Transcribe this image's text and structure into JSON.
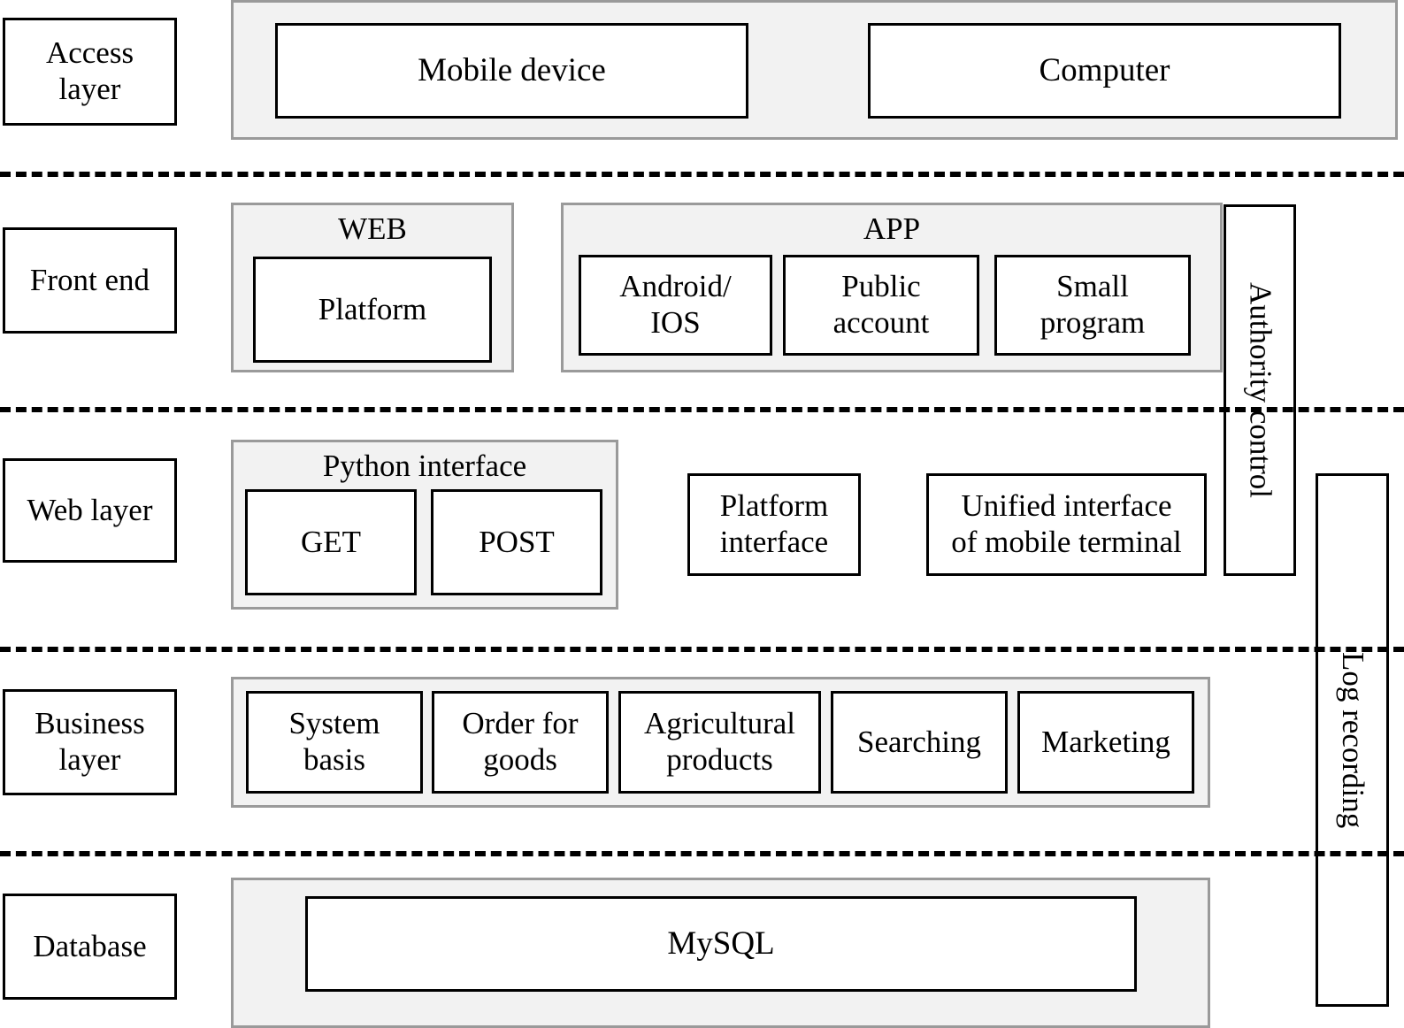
{
  "diagram": {
    "title": "System architecture layered diagram",
    "colors": {
      "node_border": "#000000",
      "group_border": "#9a9a9a",
      "group_fill": "#f2f2f2",
      "background": "#ffffff",
      "text": "#000000"
    }
  },
  "layers": [
    {
      "id": "access",
      "label": "Access\nlayer"
    },
    {
      "id": "frontend",
      "label": "Front end"
    },
    {
      "id": "web",
      "label": "Web layer"
    },
    {
      "id": "business",
      "label": "Business\nlayer"
    },
    {
      "id": "database",
      "label": "Database"
    }
  ],
  "layer_labels": {
    "access_line1": "Access",
    "access_line2": "layer",
    "frontend": "Front end",
    "web": "Web layer",
    "business_line1": "Business",
    "business_line2": "layer",
    "database": "Database"
  },
  "access_layer": {
    "group_caption": "",
    "nodes": [
      {
        "name": "mobile-device",
        "label": "Mobile device"
      },
      {
        "name": "computer",
        "label": "Computer"
      }
    ]
  },
  "front_end": {
    "web_group": {
      "caption": "WEB",
      "nodes": [
        {
          "name": "platform",
          "label": "Platform"
        }
      ]
    },
    "app_group": {
      "caption": "APP",
      "nodes": [
        {
          "name": "android-ios",
          "label_line1": "Android/",
          "label_line2": "IOS"
        },
        {
          "name": "public-account",
          "label_line1": "Public",
          "label_line2": "account"
        },
        {
          "name": "small-program",
          "label_line1": "Small",
          "label_line2": "program"
        }
      ]
    }
  },
  "web_layer": {
    "python_group": {
      "caption": "Python interface",
      "nodes": [
        {
          "name": "get",
          "label": "GET"
        },
        {
          "name": "post",
          "label": "POST"
        }
      ]
    },
    "standalone_nodes": [
      {
        "name": "platform-interface",
        "label_line1": "Platform",
        "label_line2": "interface"
      },
      {
        "name": "unified-interface-mobile-terminal",
        "label_line1": "Unified interface",
        "label_line2": "of mobile terminal"
      }
    ]
  },
  "business_layer": {
    "nodes": [
      {
        "name": "system-basis",
        "label_line1": "System",
        "label_line2": "basis"
      },
      {
        "name": "order-for-goods",
        "label_line1": "Order for",
        "label_line2": "goods"
      },
      {
        "name": "agricultural-products",
        "label_line1": "Agricultural",
        "label_line2": "products"
      },
      {
        "name": "searching",
        "label_line1": "Searching",
        "label_line2": ""
      },
      {
        "name": "marketing",
        "label_line1": "Marketing",
        "label_line2": ""
      }
    ]
  },
  "database_layer": {
    "nodes": [
      {
        "name": "mysql",
        "label": "MySQL"
      }
    ]
  },
  "side_bars": [
    {
      "name": "authority-control",
      "label": "Authority control"
    },
    {
      "name": "log-recording",
      "label": "Log recording"
    }
  ],
  "side_bar_labels": {
    "authority_control": "Authority control",
    "log_recording": "Log recording"
  },
  "dividers": {
    "count": 4,
    "style": "dashed"
  }
}
